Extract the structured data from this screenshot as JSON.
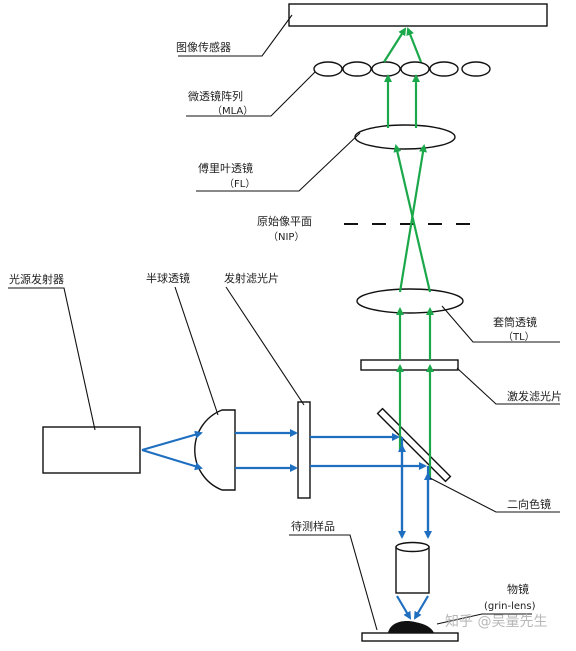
{
  "labels": {
    "image_sensor": "图像传感器",
    "mla_cn": "微透镜阵列",
    "mla_en": "（MLA）",
    "fl_cn": "傅里叶透镜",
    "fl_en": "（FL）",
    "nip_cn": "原始像平面",
    "nip_en": "（NIP）",
    "tl_cn": "套筒透镜",
    "tl_en": "（TL）",
    "excitation_filter": "激发滤光片",
    "dichroic": "二向色镜",
    "objective_cn": "物镜",
    "objective_en": "(grin-lens)",
    "sample": "待测样品",
    "light_source": "光源发射器",
    "hemisphere_lens": "半球透镜",
    "emission_filter": "发射滤光片"
  },
  "watermark": "知乎 @吴量先生",
  "colors": {
    "green_ray": "#1aa84a",
    "blue_ray": "#1f6fc0",
    "outline": "#111111"
  }
}
